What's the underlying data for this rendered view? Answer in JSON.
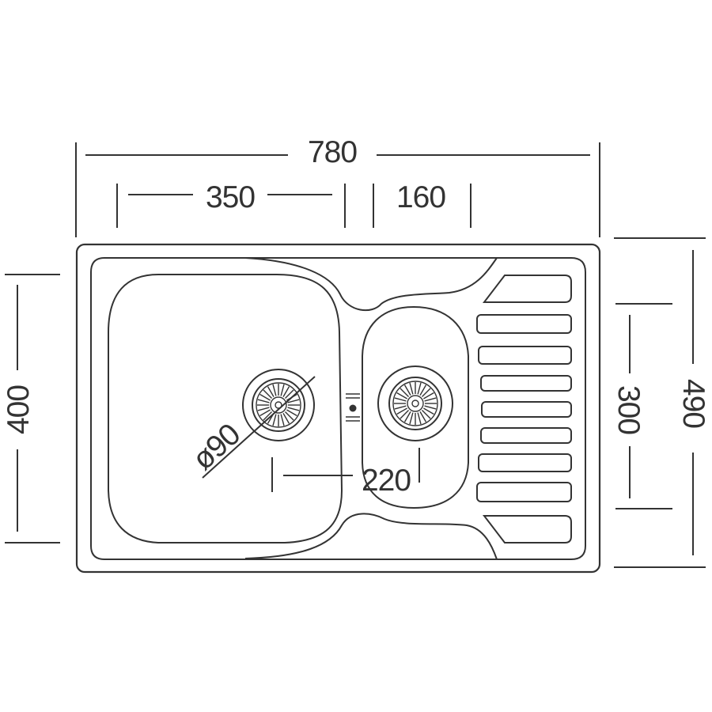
{
  "dimensions": {
    "overall_width": "780",
    "main_bowl_width": "350",
    "small_bowl_width": "160",
    "overall_depth": "490",
    "bowl_depth": "400",
    "small_bowl_depth": "300",
    "drain_spacing": "220",
    "drain_diameter": "ø90"
  },
  "colors": {
    "line": "#333333",
    "background": "#ffffff"
  }
}
